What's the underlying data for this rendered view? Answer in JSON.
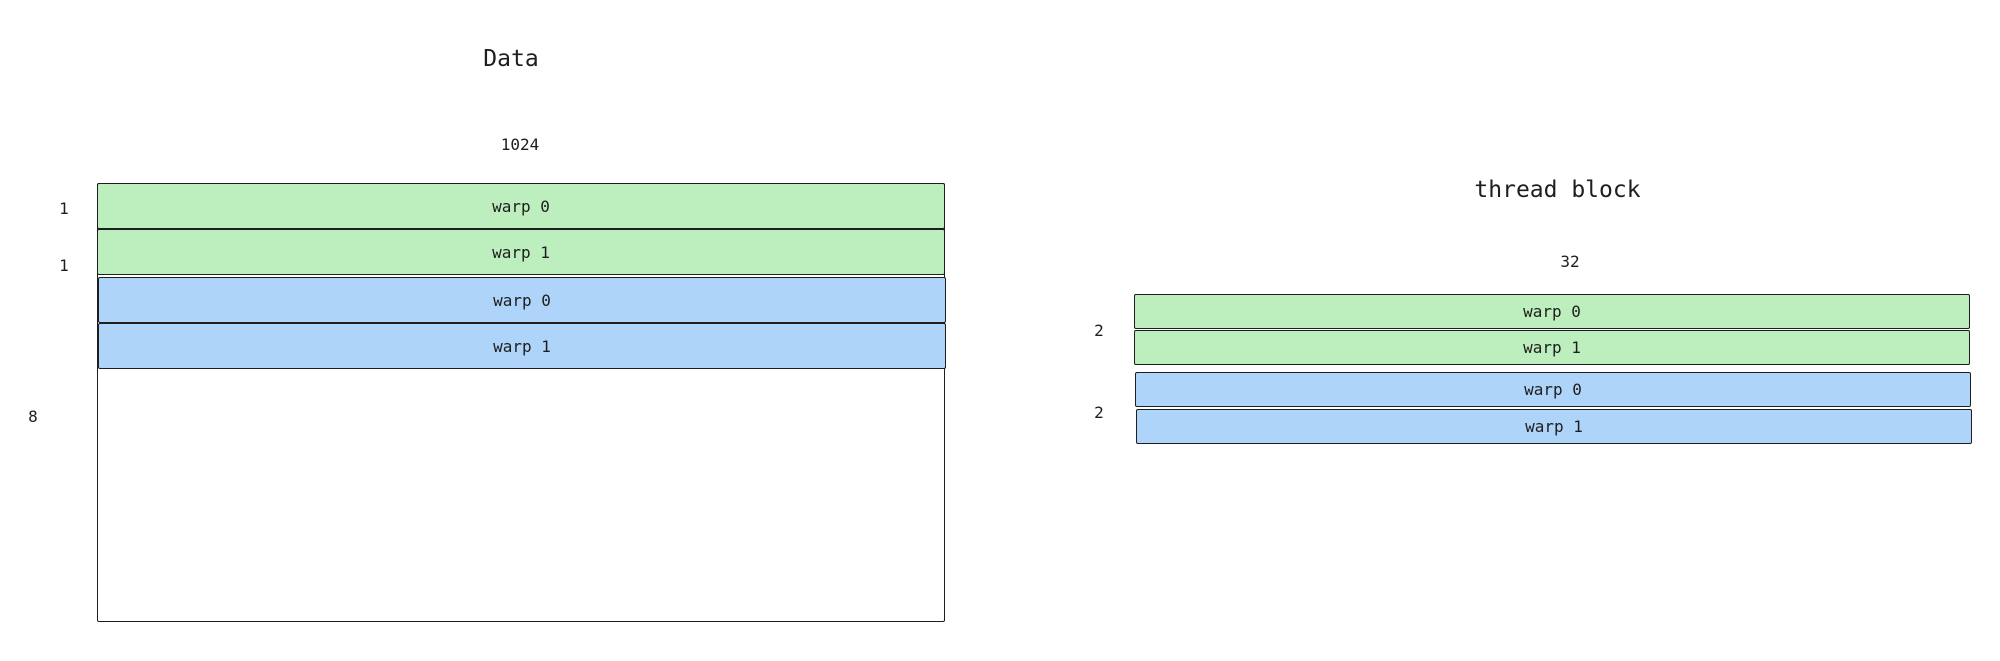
{
  "colors": {
    "green": "#bcefbd",
    "blue": "#aed4fa",
    "stroke": "#1e1e1e"
  },
  "left": {
    "title": "Data",
    "width_label": "1024",
    "row_labels": [
      "1",
      "1",
      "8"
    ],
    "warps": [
      {
        "label": "warp 0",
        "color": "green"
      },
      {
        "label": "warp 1",
        "color": "green"
      },
      {
        "label": "warp 0",
        "color": "blue"
      },
      {
        "label": "warp 1",
        "color": "blue"
      }
    ]
  },
  "right": {
    "title": "thread block",
    "width_label": "32",
    "row_labels": [
      "2",
      "2"
    ],
    "warps": [
      {
        "label": "warp 0",
        "color": "green"
      },
      {
        "label": "warp 1",
        "color": "green"
      },
      {
        "label": "warp 0",
        "color": "blue"
      },
      {
        "label": "warp 1",
        "color": "blue"
      }
    ]
  }
}
